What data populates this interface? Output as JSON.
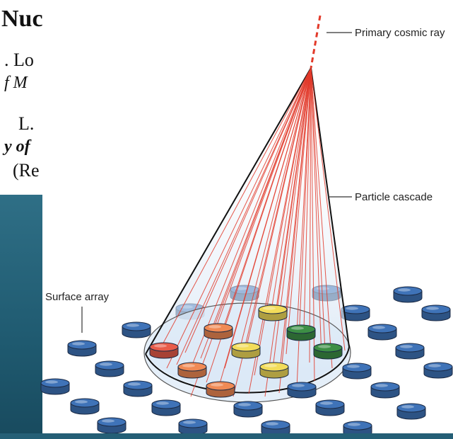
{
  "background_fragments": {
    "heading": "Nuc",
    "lines": [
      ". Lo",
      "f M",
      "L.",
      "y of",
      "(Re"
    ]
  },
  "diagram": {
    "labels": {
      "primary_cosmic_ray": "Primary cosmic ray",
      "particle_cascade": "Particle cascade",
      "surface_array": "Surface array"
    },
    "colors": {
      "detector_blue": "#3f73b8",
      "detector_red": "#e85c4a",
      "detector_orange": "#f08a55",
      "detector_yellow": "#f2dc5a",
      "detector_green": "#3d8f45",
      "cascade_line": "#e23a2a",
      "cone_fill": "#dce9f7"
    }
  }
}
